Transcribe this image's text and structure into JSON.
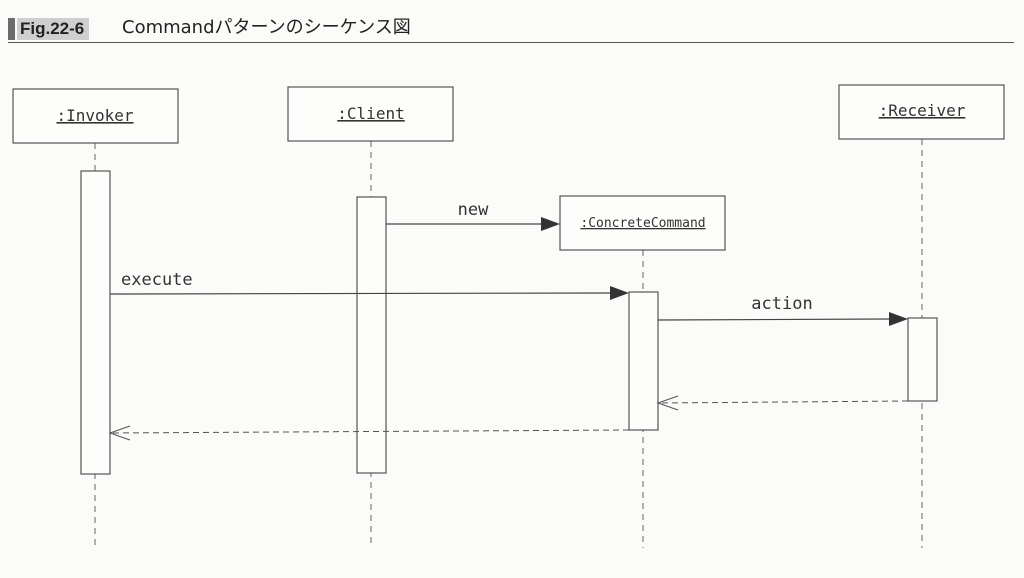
{
  "figure": {
    "number": "Fig.22-6",
    "title": "Commandパターンのシーケンス図"
  },
  "objects": [
    {
      "id": "invoker",
      "label": ":Invoker"
    },
    {
      "id": "client",
      "label": ":Client"
    },
    {
      "id": "concrete_command",
      "label": ":ConcreteCommand"
    },
    {
      "id": "receiver",
      "label": ":Receiver"
    }
  ],
  "messages": [
    {
      "id": "new",
      "label": "new",
      "from": "client",
      "to": "concrete_command",
      "kind": "create"
    },
    {
      "id": "execute",
      "label": "execute",
      "from": "invoker",
      "to": "concrete_command",
      "kind": "call"
    },
    {
      "id": "action",
      "label": "action",
      "from": "concrete_command",
      "to": "receiver",
      "kind": "call"
    },
    {
      "id": "action_return",
      "label": "",
      "from": "receiver",
      "to": "concrete_command",
      "kind": "return"
    },
    {
      "id": "execute_return",
      "label": "",
      "from": "concrete_command",
      "to": "invoker",
      "kind": "return"
    }
  ]
}
